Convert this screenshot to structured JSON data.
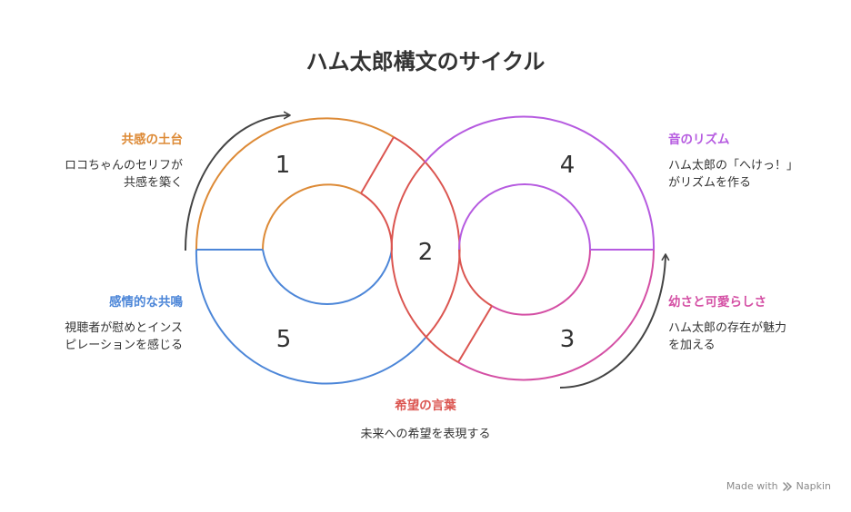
{
  "title": "ハム太郎構文のサイクル",
  "steps": [
    {
      "num": "1",
      "label": "共感の土台",
      "desc_lines": [
        "ロコちゃんのセリフが",
        "共感を築く"
      ],
      "color": "#DD8A36"
    },
    {
      "num": "2",
      "label": "希望の言葉",
      "desc_lines": [
        "未来への希望を表現する"
      ],
      "color": "#DB5550"
    },
    {
      "num": "3",
      "label": "幼さと可愛らしさ",
      "desc_lines": [
        "ハム太郎の存在が魅力",
        "を加える"
      ],
      "color": "#D44FA4"
    },
    {
      "num": "4",
      "label": "音のリズム",
      "desc_lines": [
        "ハム太郎の「へけっ！」",
        "がリズムを作る"
      ],
      "color": "#B65BE0"
    },
    {
      "num": "5",
      "label": "感情的な共鳴",
      "desc_lines": [
        "視聴者が慰めとインス",
        "ピレーションを感じる"
      ],
      "color": "#4C86D8"
    }
  ],
  "watermark": {
    "prefix": "Made with",
    "brand": "Napkin"
  },
  "colors": {
    "arrow": "#444444",
    "text": "#333333"
  }
}
